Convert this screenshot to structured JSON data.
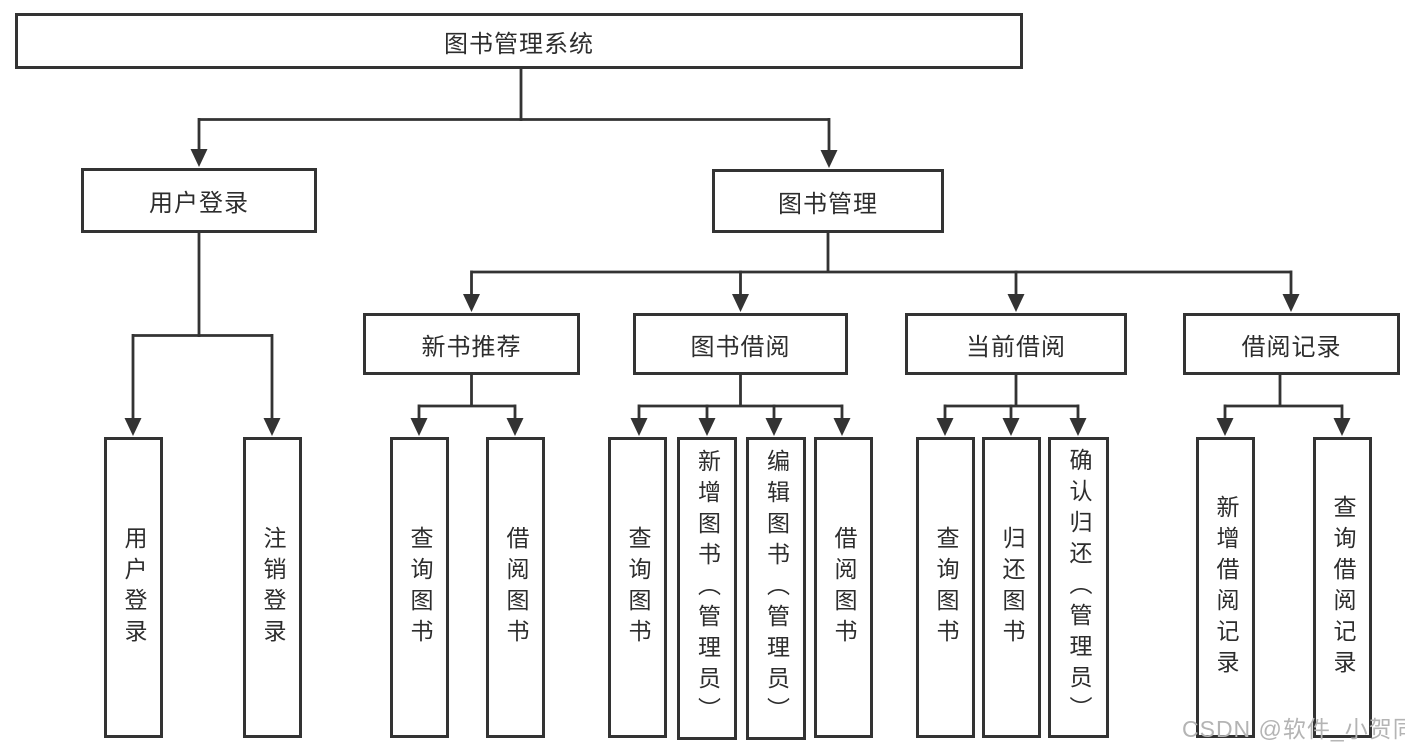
{
  "tree": {
    "root": "图书管理系统",
    "login": {
      "label": "用户登录",
      "children": [
        "用户登录",
        "注销登录"
      ]
    },
    "manage": {
      "label": "图书管理",
      "sections": [
        {
          "label": "新书推荐",
          "children": [
            "查询图书",
            "借阅图书"
          ]
        },
        {
          "label": "图书借阅",
          "children": [
            "查询图书",
            "新增图书（管理员）",
            "编辑图书（管理员）",
            "借阅图书"
          ]
        },
        {
          "label": "当前借阅",
          "children": [
            "查询图书",
            "归还图书",
            "确认归还（管理员）"
          ]
        },
        {
          "label": "借阅记录",
          "children": [
            "新增借阅记录",
            "查询借阅记录"
          ]
        }
      ]
    }
  },
  "watermark": "CSDN @软件_小贺同学",
  "colors": {
    "line": "#333333",
    "text": "#2d2d2d",
    "background": "#ffffff",
    "watermark": "#b4b4b4"
  }
}
